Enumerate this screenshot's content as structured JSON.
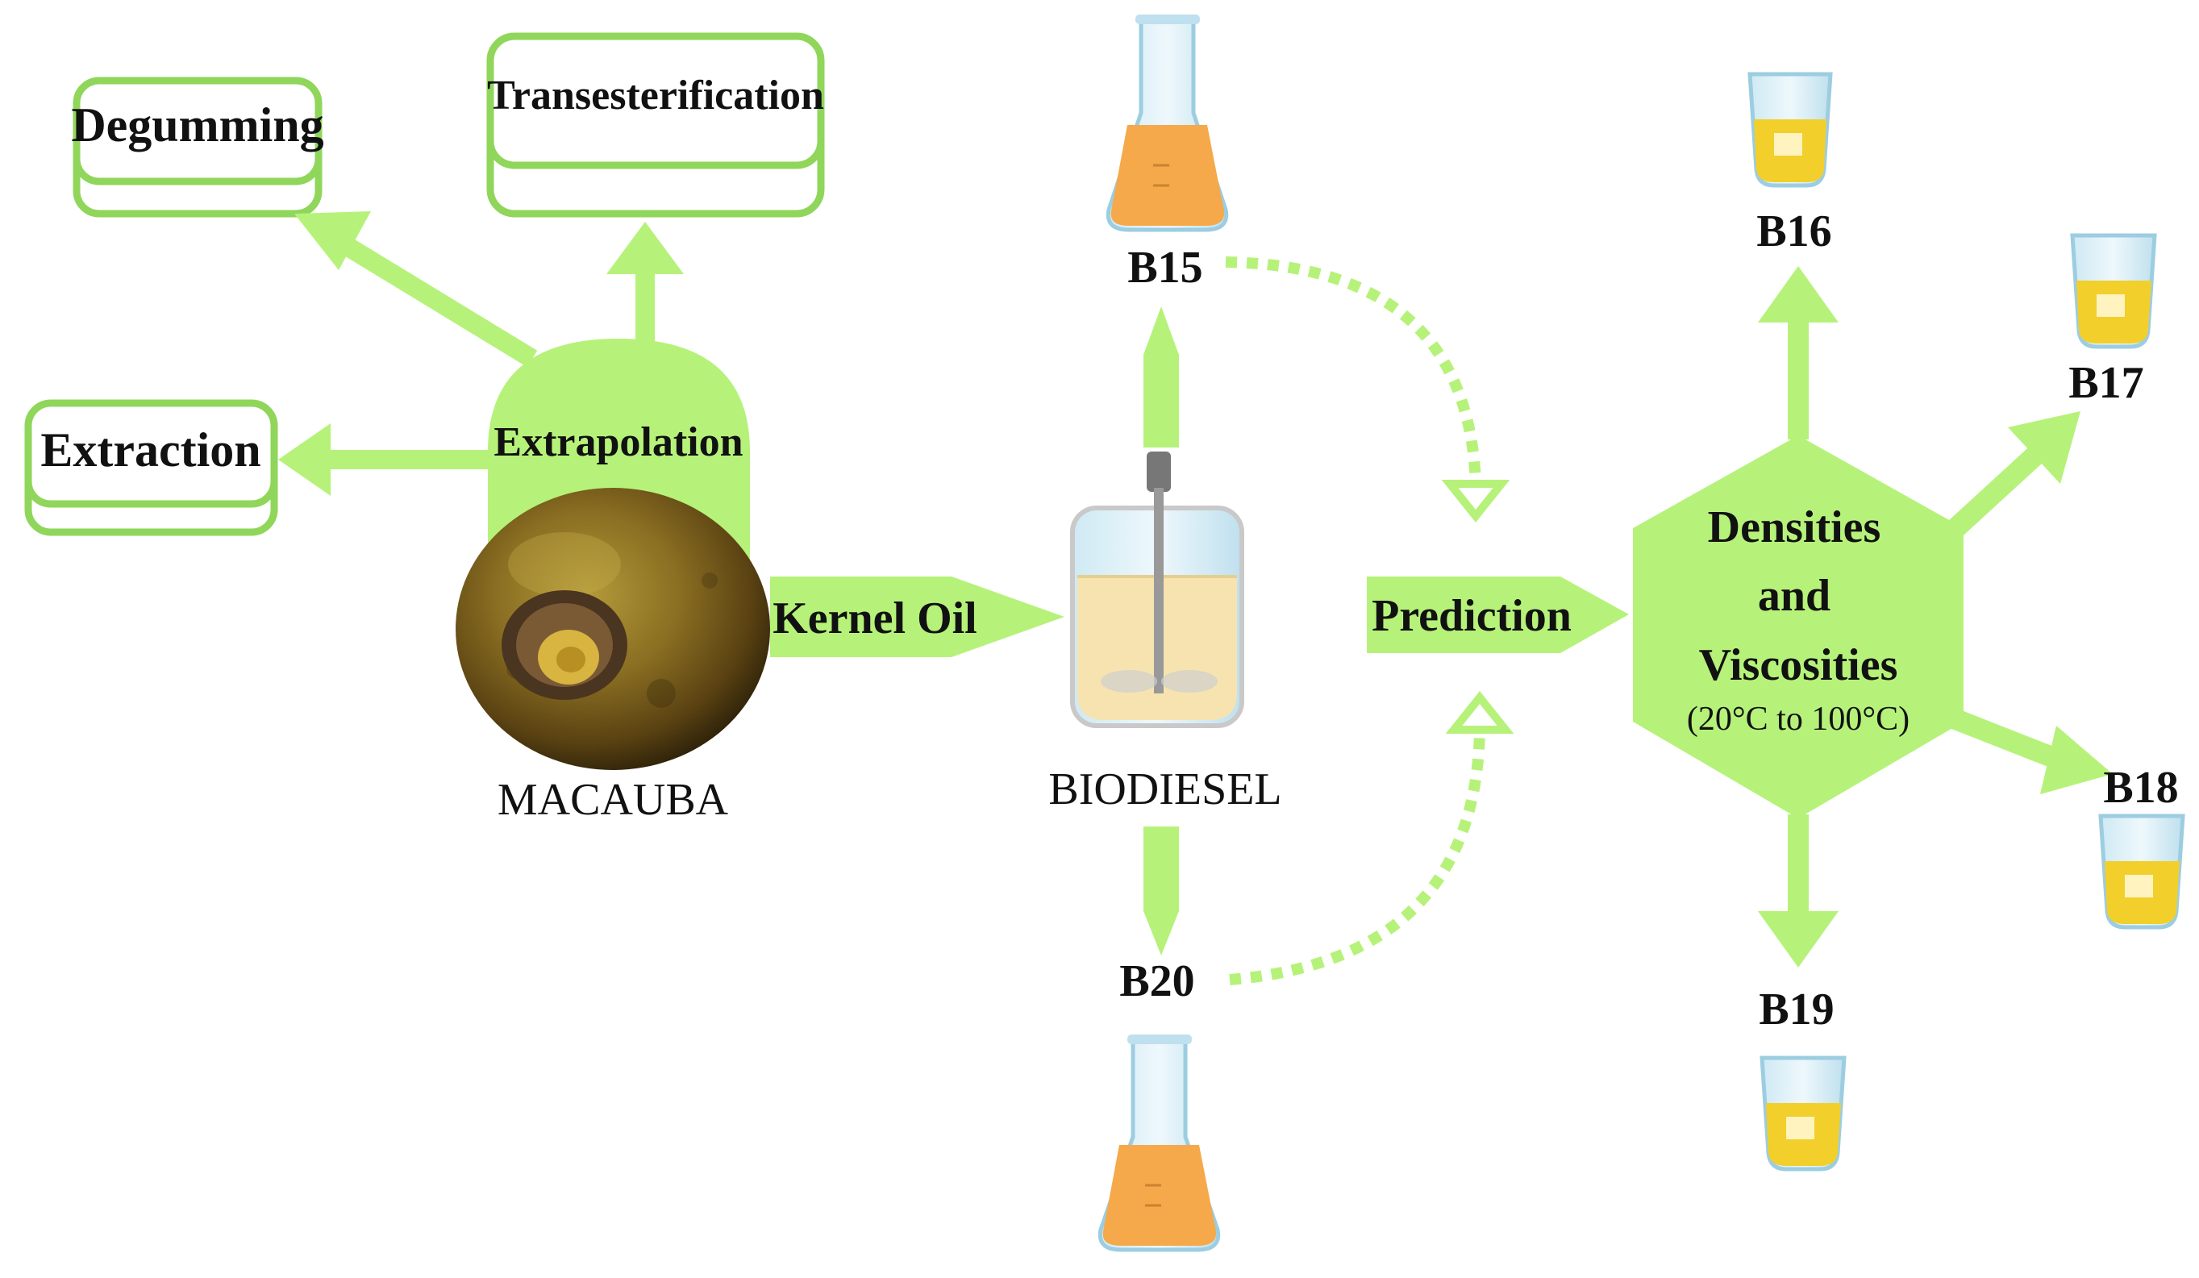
{
  "labels": {
    "degumming": "Degumming",
    "transesterification": "Transesterification",
    "extraction": "Extraction",
    "extrapolation": "Extrapolation",
    "kernel_oil": "Kernel Oil",
    "macauba": "MACAUBA",
    "biodiesel": "BIODIESEL",
    "prediction": "Prediction",
    "hex_line1": "Densities",
    "hex_line2": "and",
    "hex_line3": "Viscosities",
    "hex_line4": "(20°C to 100°C)"
  },
  "blends": {
    "b15": "B15",
    "b20": "B20",
    "b16": "B16",
    "b17": "B17",
    "b18": "B18",
    "b19": "B19"
  },
  "colors": {
    "accent_green": "#b6f27a",
    "border_green": "#8fd65a",
    "orange_liquid": "#f5a94a",
    "yellow_liquid": "#f2cf2a",
    "reactor_liquid": "#f6e3b0",
    "glass": "#dff1f8",
    "text": "#111111"
  }
}
